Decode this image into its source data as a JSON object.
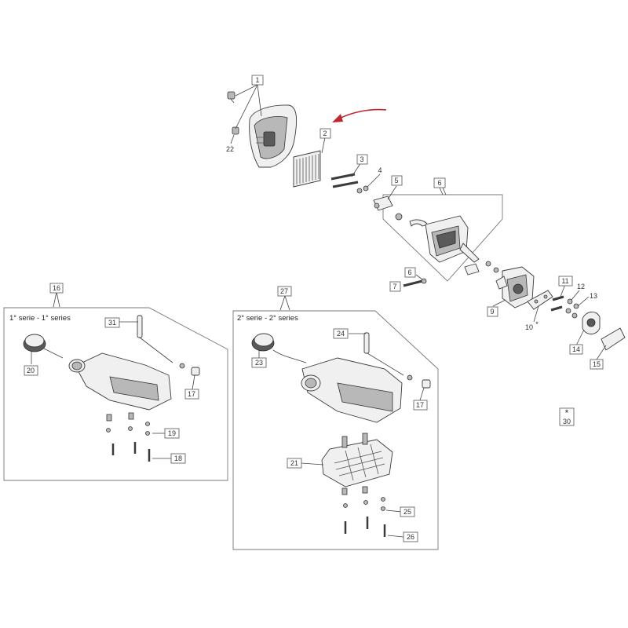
{
  "series": {
    "first": "1° serie - 1° series",
    "second": "2° serie - 2° series"
  },
  "labels": {
    "p1": "1",
    "p2": "2",
    "p3": "3",
    "p4": "4",
    "p5": "5",
    "p6": "6",
    "p6b": "6",
    "p7": "7",
    "p9": "9",
    "p10": "10",
    "p10star": "*",
    "p11": "11",
    "p12": "12",
    "p13": "13",
    "p14": "14",
    "p15": "15",
    "p16": "16",
    "p17a": "17",
    "p17b": "17",
    "p18": "18",
    "p19": "19",
    "p20": "20",
    "p21": "21",
    "p22": "22",
    "p23": "23",
    "p24": "24",
    "p25": "25",
    "p26": "26",
    "p27": "27",
    "p30": "30",
    "p30star": "*"
  },
  "colors": {
    "arrow": "#c0282d",
    "line": "#444444",
    "box": "#666666"
  }
}
